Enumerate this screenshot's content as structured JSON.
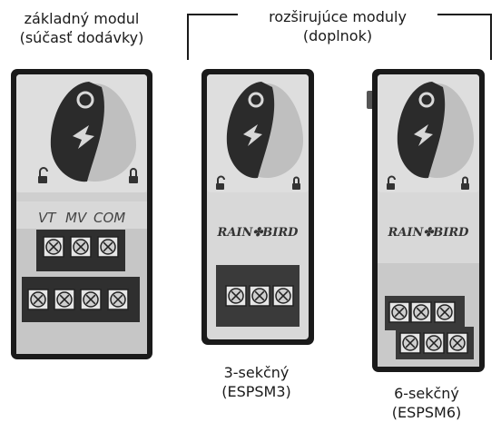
{
  "labels": {
    "base_line1": "základný modul",
    "base_line2": "(súčasť dodávky)",
    "ext_line1": "rozširujúce moduly",
    "ext_line2": "(doplnok)",
    "m3_line1": "3-sekčný",
    "m3_line2": "(ESPSM3)",
    "m6_line1": "6-sekčný",
    "m6_line2": "(ESPSM6)"
  },
  "base_terminals": [
    "VT",
    "MV",
    "COM"
  ],
  "brand": "RAIN✤BIRD",
  "colors": {
    "housing": "#d8d8d8",
    "housing_dark": "#b9b9b9",
    "outline": "#1a1a1a",
    "key": "#2b2b2b",
    "terminal_block": "#3a3a3a",
    "screw": "#cfcfcf"
  },
  "modules": [
    {
      "name": "base",
      "terminals_top": 3,
      "terminals_bottom": 4
    },
    {
      "name": "ESPSM3",
      "terminals_top": 3,
      "terminals_bottom": 0
    },
    {
      "name": "ESPSM6",
      "terminals_top": 3,
      "terminals_bottom": 3
    }
  ]
}
